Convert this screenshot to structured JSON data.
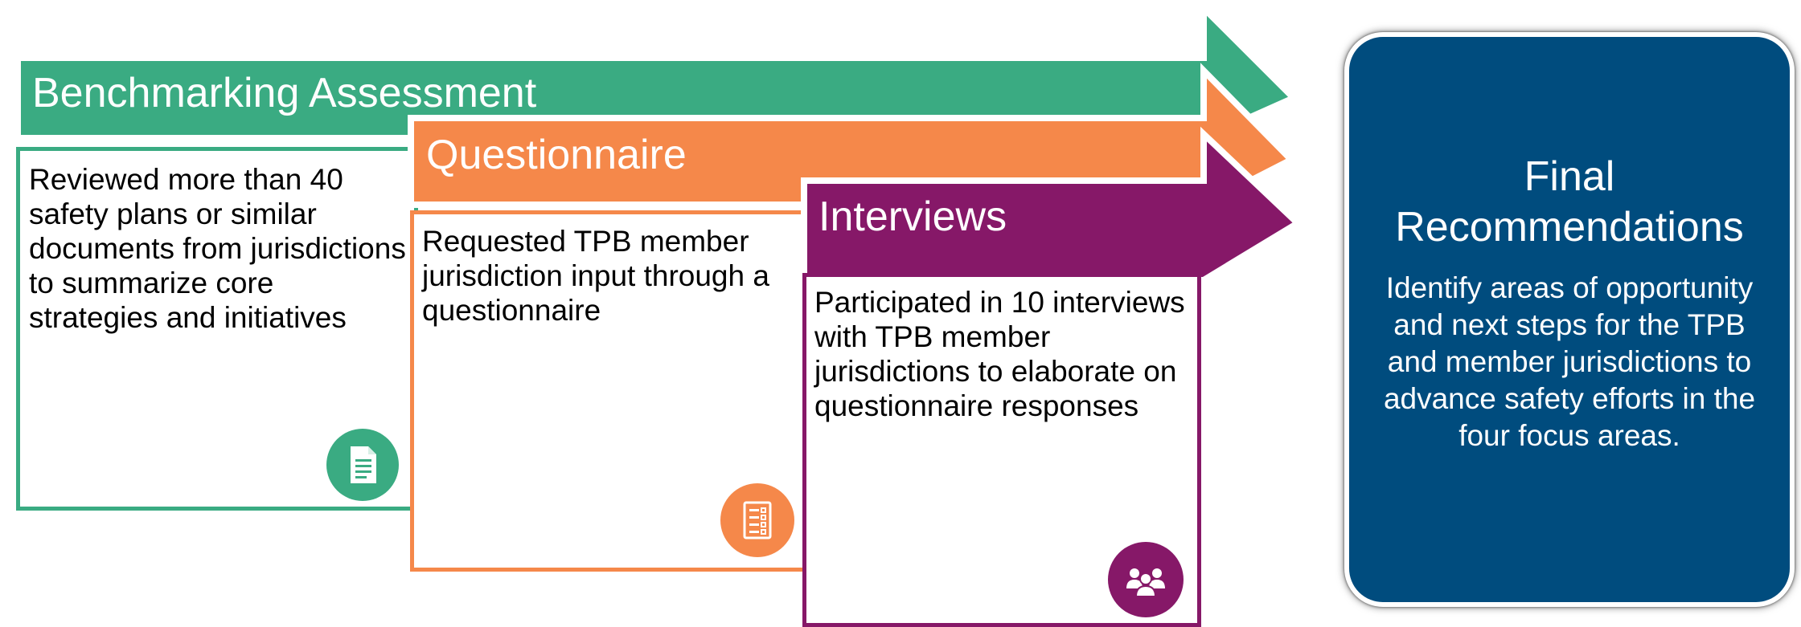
{
  "steps": [
    {
      "title": "Benchmarking Assessment",
      "description": "Reviewed more than 40 safety plans or similar documents from jurisdictions to summarize core strategies and initiatives",
      "icon": "document-icon",
      "color": "#3aab82"
    },
    {
      "title": "Questionnaire",
      "description": "Requested TPB member jurisdiction input through a questionnaire",
      "icon": "checklist-icon",
      "color": "#f5884a"
    },
    {
      "title": "Interviews",
      "description": "Participated in 10 interviews with TPB member jurisdictions to elaborate on questionnaire responses",
      "icon": "people-group-icon",
      "color": "#861868"
    }
  ],
  "final": {
    "title": "Final Recommendations",
    "description": "Identify areas of opportunity and next steps for the TPB and member jurisdictions to advance safety efforts in the four focus areas.",
    "color": "#004c7e"
  }
}
